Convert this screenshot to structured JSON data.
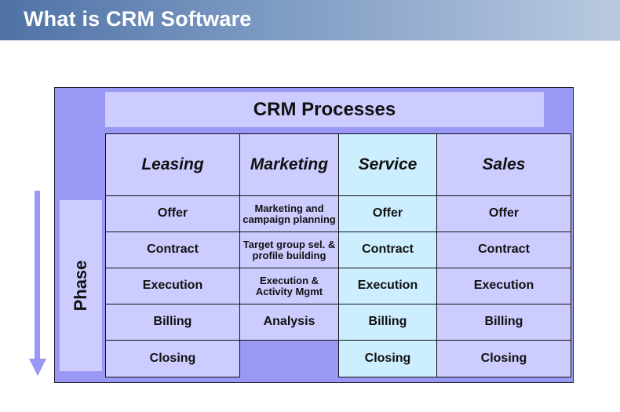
{
  "title": "What is CRM Software",
  "header": "CRM Processes",
  "phase_label": "Phase",
  "colors": {
    "frame": "#9999f5",
    "cell": "#ccccff",
    "service_cell": "#cceeff"
  },
  "columns": [
    "Leasing",
    "Marketing",
    "Service",
    "Sales"
  ],
  "rows": [
    [
      "Offer",
      "Marketing and campaign planning",
      "Offer",
      "Offer"
    ],
    [
      "Contract",
      "Target group sel. & profile building",
      "Contract",
      "Contract"
    ],
    [
      "Execution",
      "Execution & Activity Mgmt",
      "Execution",
      "Execution"
    ],
    [
      "Billing",
      "Analysis",
      "Billing",
      "Billing"
    ],
    [
      "Closing",
      "",
      "Closing",
      "Closing"
    ]
  ]
}
